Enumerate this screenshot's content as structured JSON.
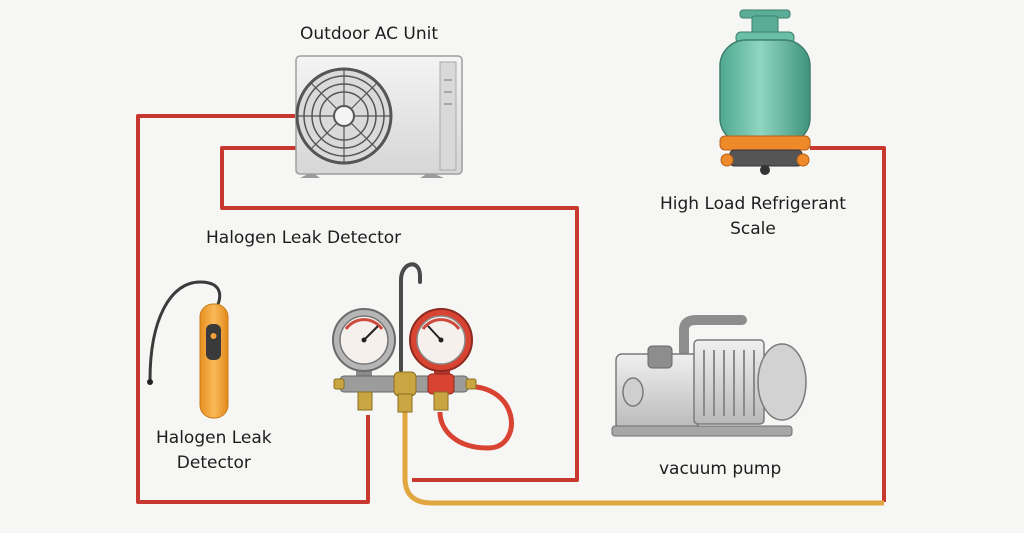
{
  "labels": {
    "outdoor_unit": "Outdoor AC Unit",
    "detector_top": "Halogen Leak Detector",
    "detector_line1": "Halogen Leak",
    "detector_line2": "Detector",
    "scale_line1": "High Load Refrigerant",
    "scale_line2": "Scale",
    "pump": "vacuum pump"
  },
  "colors": {
    "background": "#f6f6f4",
    "red_hose": "#c8382e",
    "yellow_hose": "#e2a640",
    "cylinder": "#6bbfa6",
    "scale": "#ee8a2a",
    "detector": "#f2a23a",
    "gauge_red": "#d84431"
  },
  "icons": [
    "fan-icon",
    "hook-icon",
    "needle-icon"
  ]
}
